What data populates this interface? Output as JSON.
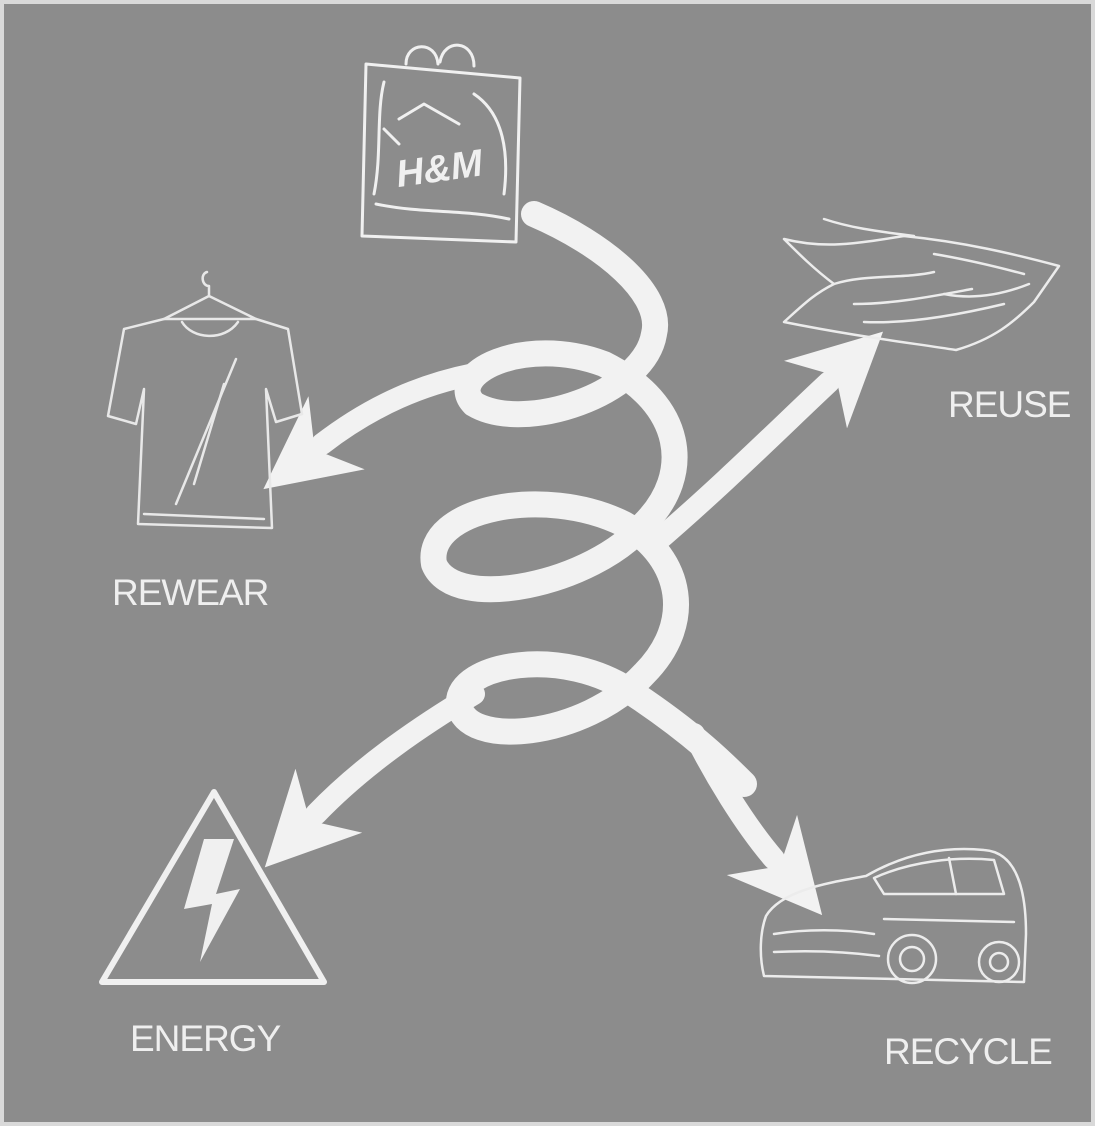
{
  "colors": {
    "background": "#8c8c8c",
    "frame": "#d9d9d9",
    "ink": "#f2f2f2",
    "label": "#efefef"
  },
  "center": {
    "icon": "swirl-arrows-icon"
  },
  "source": {
    "icon": "shopping-bag-icon",
    "brand_text": "H&M"
  },
  "nodes": {
    "rewear": {
      "label": "REWEAR",
      "icon": "tshirt-on-hanger-icon"
    },
    "reuse": {
      "label": "REUSE",
      "icon": "cloth-rag-icon"
    },
    "energy": {
      "label": "ENERGY",
      "icon": "high-voltage-warning-icon"
    },
    "recycle": {
      "label": "RECYCLE",
      "icon": "car-icon"
    }
  }
}
